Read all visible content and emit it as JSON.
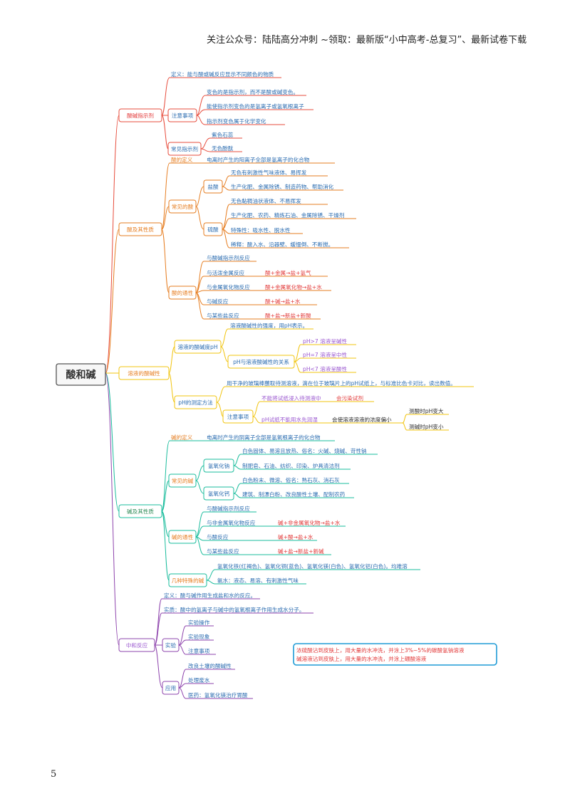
{
  "header": "关注公众号：陆陆高分冲刺 ~领取：最新版“小中高考-总复习”、最新试卷下载",
  "page_number": "5",
  "root": "酸和碱",
  "indicator": {
    "label": "酸碱指示剂",
    "definition": "定义：能与酸或碱反应显示不同颜色的物质",
    "notes_label": "注意事项",
    "notes": [
      "变色的是指示剂，而不是酸或碱变色。",
      "能使指示剂变色的是氢离子或氢氧根离子",
      "指示剂变色属于化学变化"
    ],
    "common_label": "常见指示剂",
    "common": [
      "紫色石蕊",
      "无色酚酞"
    ]
  },
  "acid": {
    "label": "酸及其性质",
    "def_label": "酸的定义",
    "def_text": "电离时产生的阳离子全部是氢离子的化合物",
    "common_label": "常见的酸",
    "hcl_label": "盐酸",
    "hcl": [
      "无色有刺激性气味液体、易挥发",
      "生产化肥、金属除锈、制造药物、帮助消化"
    ],
    "h2so4_label": "硫酸",
    "h2so4": [
      "无色黏稠油状液体、不易挥发",
      "生产化肥、农药、精炼石油、金属除锈、干燥剂",
      "特殊性：吸水性、脱水性",
      "稀释：酸入水、沿器壁、缓慢倒、不断搅。"
    ],
    "props_label": "酸的通性",
    "props": [
      {
        "name": "与酸碱指示剂反应",
        "eq": ""
      },
      {
        "name": "与活泼金属反应",
        "eq": "酸+金属→盐+氢气"
      },
      {
        "name": "与金属氧化物反应",
        "eq": "酸+金属氧化物→盐+水"
      },
      {
        "name": "与碱反应",
        "eq": "酸+碱→盐+水"
      },
      {
        "name": "与某些盐反应",
        "eq": "酸+盐→新盐+新酸"
      }
    ]
  },
  "acidity": {
    "label": "溶液的酸碱性",
    "degree_label": "溶液的酸碱度pH",
    "degree_desc": "溶液酸碱性的强度，用pH表示。",
    "relation_label": "pH与溶液酸碱性的关系",
    "relations": [
      "pH>7 溶液呈碱性",
      "pH=7 溶液呈中性",
      "pH<7 溶液呈酸性"
    ],
    "measure_label": "pH的测定方法",
    "measure_desc": "用干净的玻璃棒蘸取待测溶液，滴在位于玻璃片上的pH试纸上，与标准比色卡对比，读出数值。",
    "notes_label": "注意事项",
    "note1": "不能将试纸浸入待测液中",
    "note1_res": "会污染试剂",
    "note2": "pH试纸不能用水先润湿",
    "note2_res": "会使溶液溶液的浓度偏小",
    "note2_sub": [
      "测酸时pH变大",
      "测碱时pH变小"
    ]
  },
  "base": {
    "label": "碱及其性质",
    "def_label": "碱的定义",
    "def_text": "电离时产生的阴离子全部是氢氧根离子的化合物",
    "common_label": "常见的碱",
    "naoh_label": "氢氧化钠",
    "naoh": [
      "白色固体、易溶且放热、俗名：火碱、烧碱、苛性钠",
      "制肥皂、石油、纺织、印染、炉具清洁剂"
    ],
    "caoh_label": "氢氧化钙",
    "caoh": [
      "白色粉末、微溶、俗名：熟石灰、消石灰",
      "建筑、制漂白粉、改良酸性土壤、配制农药"
    ],
    "props_label": "碱的通性",
    "props": [
      {
        "name": "与酸碱指示剂反应",
        "eq": ""
      },
      {
        "name": "与非金属氧化物反应",
        "eq": "碱+非金属氧化物→盐+水"
      },
      {
        "name": "与酸反应",
        "eq": "碱+酸→盐+水"
      },
      {
        "name": "与某些盐反应",
        "eq": "碱+盐→新盐+新碱"
      }
    ],
    "special_label": "几种特殊的碱",
    "special": [
      "氢氧化铁(红褐色)、氢氧化铜(蓝色)、氢氧化镁(白色)、氢氧化铝(白色)。均难溶",
      "氨水：液态、易溶、有刺激性气味"
    ]
  },
  "neutral": {
    "label": "中和反应",
    "definition": "定义：酸与碱作用生成盐和水的反应。",
    "essence": "实质：酸中的氢离子与碱中的氢氧根离子作用生成水分子。",
    "exp_label": "实验",
    "exp": [
      "实验操作",
      "实验现象",
      "注意事项"
    ],
    "app_label": "应用",
    "app": [
      "改良土壤的酸碱性",
      "处理废水",
      "医药：氢氧化镁治疗胃酸"
    ],
    "note": [
      "浓硫酸沾到皮肤上，用大量的水冲洗，并涂上3%~5%的碳酸氢钠溶液",
      "碱溶液沾到皮肤上，用大量的水冲洗，并涂上硼酸溶液"
    ]
  },
  "colors": {
    "indicator": "#e74c3c",
    "acid": "#e67e22",
    "acidity": "#f1c40f",
    "base": "#1abc9c",
    "neutral": "#8e44ad",
    "callout": "#1f9bd6"
  }
}
